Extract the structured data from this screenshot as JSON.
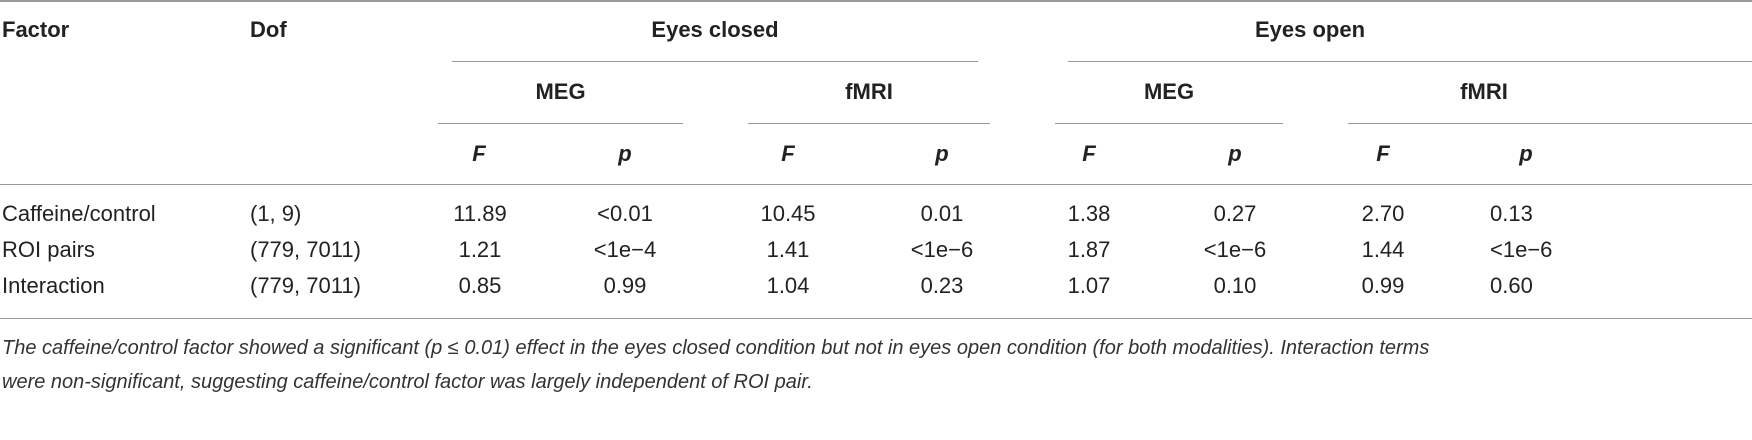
{
  "headers": {
    "factor": "Factor",
    "dof": "Dof",
    "eyes_closed": "Eyes closed",
    "eyes_open": "Eyes open",
    "meg": "MEG",
    "fmri": "fMRI",
    "f": "F",
    "p": "p"
  },
  "rows": [
    {
      "factor": "Caffeine/control",
      "dof": "(1, 9)",
      "cells": [
        "11.89",
        "<0.01",
        "10.45",
        "0.01",
        "1.38",
        "0.27",
        "2.70",
        "0.13"
      ]
    },
    {
      "factor": "ROI pairs",
      "dof": "(779, 7011)",
      "cells": [
        "1.21",
        "<1e−4",
        "1.41",
        "<1e−6",
        "1.87",
        "<1e−6",
        "1.44",
        "<1e−6"
      ]
    },
    {
      "factor": "Interaction",
      "dof": "(779, 7011)",
      "cells": [
        "0.85",
        "0.99",
        "1.04",
        "0.23",
        "1.07",
        "0.10",
        "0.99",
        "0.60"
      ]
    }
  ],
  "footnote": {
    "line1": "The caffeine/control factor showed a significant (p ≤ 0.01) effect in the eyes closed condition but not in eyes open condition (for both modalities). Interaction terms",
    "line2": "were non-significant, suggesting caffeine/control factor was largely independent of ROI pair."
  }
}
